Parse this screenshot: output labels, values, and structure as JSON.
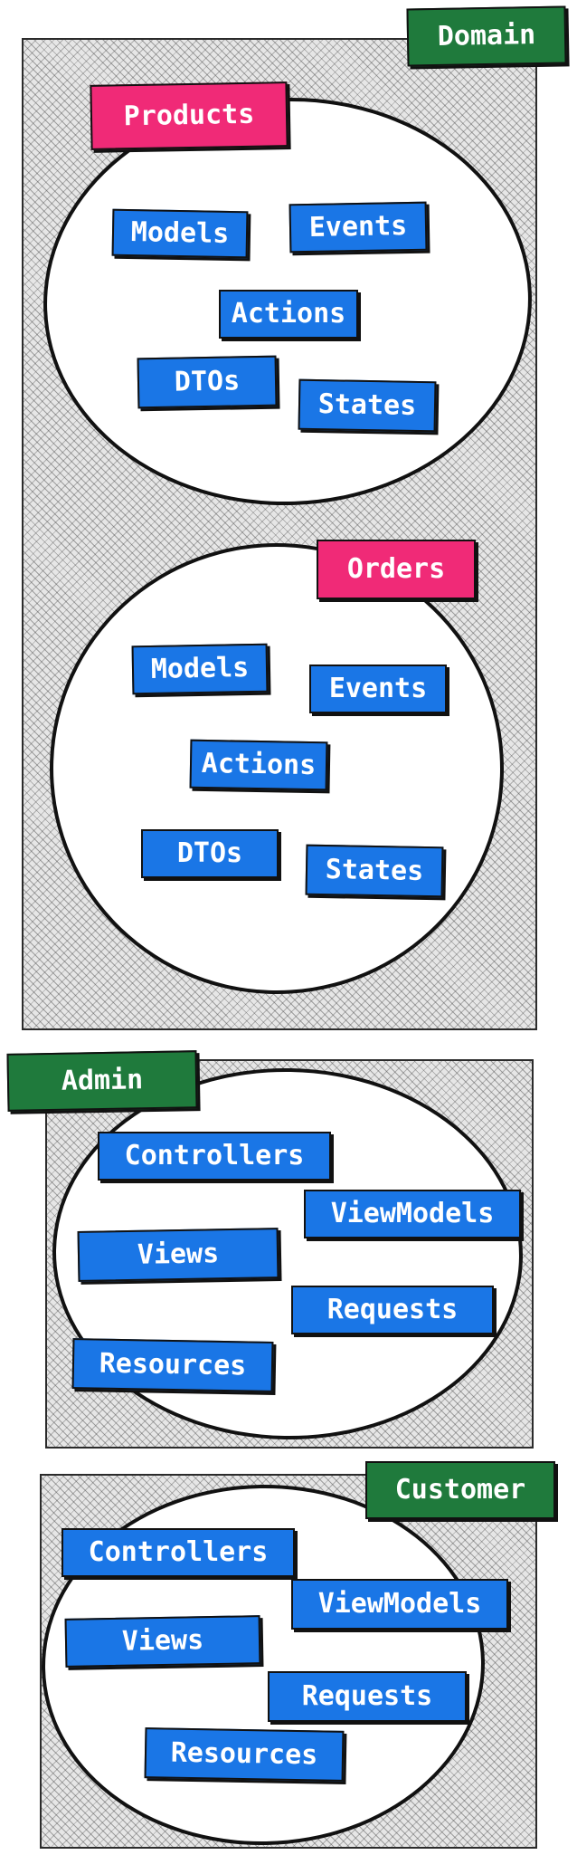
{
  "colors": {
    "section_label": "#1f7a3c",
    "module_label": "#f02a77",
    "component": "#1a76e6",
    "hatch": "#e6e6e6"
  },
  "domain": {
    "label": "Domain",
    "products": {
      "label": "Products",
      "components": [
        "Models",
        "Events",
        "Actions",
        "DTOs",
        "States"
      ]
    },
    "orders": {
      "label": "Orders",
      "components": [
        "Models",
        "Events",
        "Actions",
        "DTOs",
        "States"
      ]
    }
  },
  "admin": {
    "label": "Admin",
    "components": [
      "Controllers",
      "ViewModels",
      "Views",
      "Requests",
      "Resources"
    ]
  },
  "customer": {
    "label": "Customer",
    "components": [
      "Controllers",
      "ViewModels",
      "Views",
      "Requests",
      "Resources"
    ]
  }
}
